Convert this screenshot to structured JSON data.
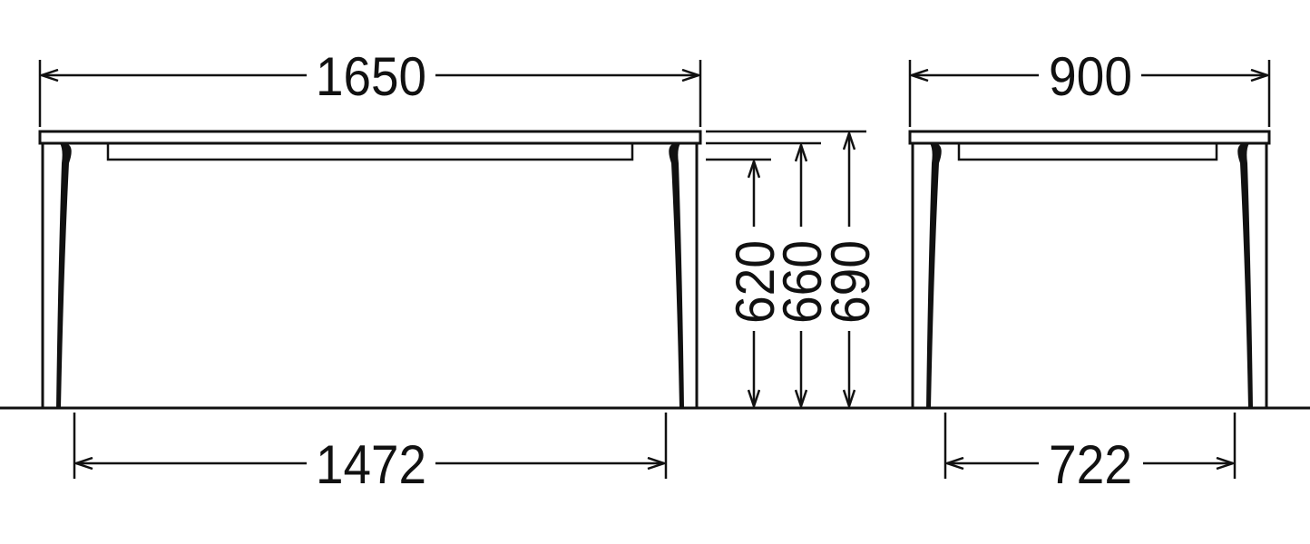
{
  "front_view": {
    "overall_width": "1650",
    "leg_span": "1472"
  },
  "heights": {
    "under_apron": "620",
    "under_top": "660",
    "total": "690"
  },
  "side_view": {
    "overall_depth": "900",
    "leg_span": "722"
  }
}
